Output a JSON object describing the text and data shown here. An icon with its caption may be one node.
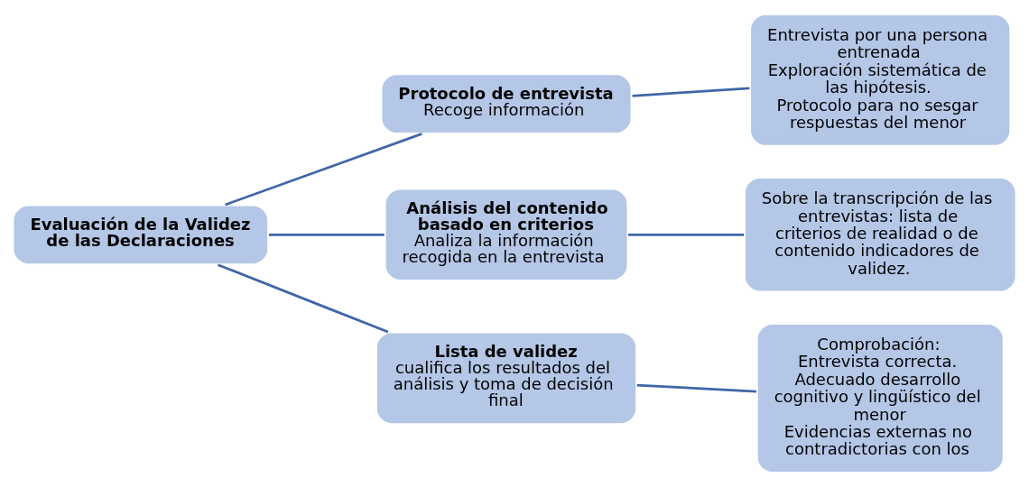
{
  "diagram": {
    "nodes": [
      {
        "text": [
          "Evaluación de la Validez de las Declaraciones"
        ]
      },
      {
        "text": [
          "Protocolo de entrevista",
          "Recoge información"
        ]
      },
      {
        "text": [
          "Análisis del contenido basado en criterios",
          "Analiza la información recogida en la entrevista"
        ]
      },
      {
        "text": [
          "Lista de validez",
          "cualifica los resultados del análisis y toma de decisión final"
        ]
      },
      {
        "text": [
          "Entrevista por una persona entrenada",
          "Exploración sistemática de las hipótesis.",
          "Protocolo para no sesgar respuestas del menor"
        ]
      },
      {
        "text": [
          "Sobre la transcripción de las entrevistas: lista de criterios de realidad o de contenido indicadores de validez."
        ]
      },
      {
        "text": [
          "Comprobación:",
          "Entrevista correcta.",
          "Adecuado desarrollo cognitivo y lingüístico del menor",
          "Evidencias externas no contradictorias con los"
        ]
      }
    ],
    "edges": [
      {
        "from": 0,
        "to": 1,
        "arrow": "none"
      },
      {
        "from": 0,
        "to": 2,
        "arrow": "none"
      },
      {
        "from": 0,
        "to": 3,
        "arrow": "none"
      },
      {
        "from": 1,
        "to": 4,
        "arrow": "none"
      },
      {
        "from": 2,
        "to": 5,
        "arrow": "none"
      },
      {
        "from": 3,
        "to": 6,
        "arrow": "none"
      }
    ]
  }
}
